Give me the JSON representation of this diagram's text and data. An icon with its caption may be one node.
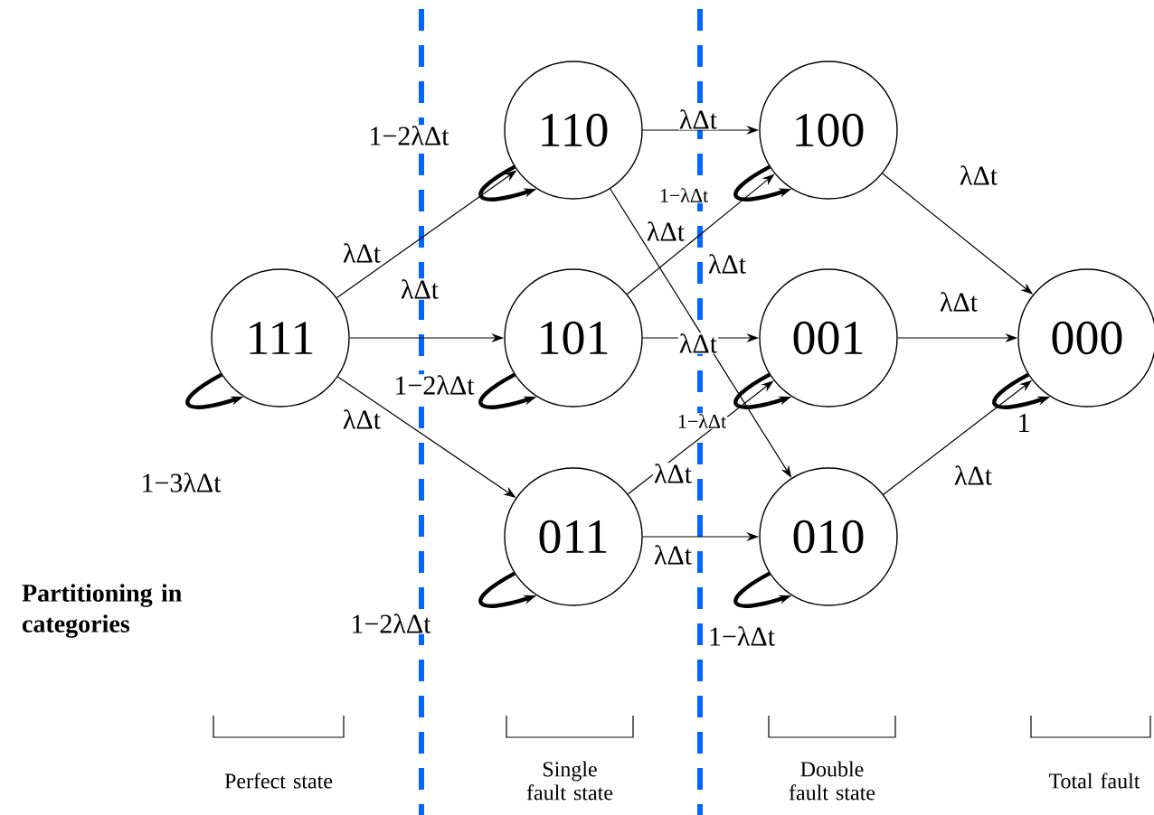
{
  "diagram": {
    "nodes": [
      {
        "text": [
          "111"
        ]
      },
      {
        "text": [
          "110"
        ]
      },
      {
        "text": [
          "101"
        ]
      },
      {
        "text": [
          "011"
        ]
      },
      {
        "text": [
          "100"
        ]
      },
      {
        "text": [
          "001"
        ]
      },
      {
        "text": [
          "010"
        ]
      },
      {
        "text": [
          "000"
        ]
      }
    ],
    "edges": [
      {
        "from": 0,
        "to": 1,
        "arrow": "to",
        "label": "λΔt"
      },
      {
        "from": 0,
        "to": 2,
        "arrow": "to",
        "label": "λΔt"
      },
      {
        "from": 0,
        "to": 3,
        "arrow": "to",
        "label": "λΔt"
      },
      {
        "from": 1,
        "to": 4,
        "arrow": "to",
        "label": "λΔt"
      },
      {
        "from": 1,
        "to": 6,
        "arrow": "to",
        "label": "λΔt"
      },
      {
        "from": 2,
        "to": 4,
        "arrow": "to",
        "label": "λΔt"
      },
      {
        "from": 2,
        "to": 5,
        "arrow": "to",
        "label": "λΔt"
      },
      {
        "from": 3,
        "to": 5,
        "arrow": "to",
        "label": "λΔt"
      },
      {
        "from": 3,
        "to": 6,
        "arrow": "to",
        "label": "λΔt"
      },
      {
        "from": 4,
        "to": 7,
        "arrow": "to",
        "label": "λΔt"
      },
      {
        "from": 5,
        "to": 7,
        "arrow": "to",
        "label": "λΔt"
      },
      {
        "from": 6,
        "to": 7,
        "arrow": "to",
        "label": "λΔt"
      },
      {
        "from": 0,
        "to": 0,
        "arrow": "to",
        "label": "1−3λΔt",
        "style": "thick"
      },
      {
        "from": 1,
        "to": 1,
        "arrow": "to",
        "label": "1−2λΔt",
        "style": "thick"
      },
      {
        "from": 2,
        "to": 2,
        "arrow": "to",
        "label": "1−2λΔt",
        "style": "thick"
      },
      {
        "from": 3,
        "to": 3,
        "arrow": "to",
        "label": "1−2λΔt",
        "style": "thick"
      },
      {
        "from": 4,
        "to": 4,
        "arrow": "to",
        "label": "1−λΔt",
        "style": "thick"
      },
      {
        "from": 5,
        "to": 5,
        "arrow": "to",
        "label": "1−λΔt",
        "style": "thick"
      },
      {
        "from": 6,
        "to": 6,
        "arrow": "to",
        "label": "1−λΔt",
        "style": "thick"
      },
      {
        "from": 7,
        "to": 7,
        "arrow": "to",
        "label": "1",
        "style": "thick"
      }
    ],
    "labels": [
      "Partitioning in categories",
      "Perfect state",
      "Single fault state",
      "Double fault state",
      "Total fault"
    ]
  }
}
